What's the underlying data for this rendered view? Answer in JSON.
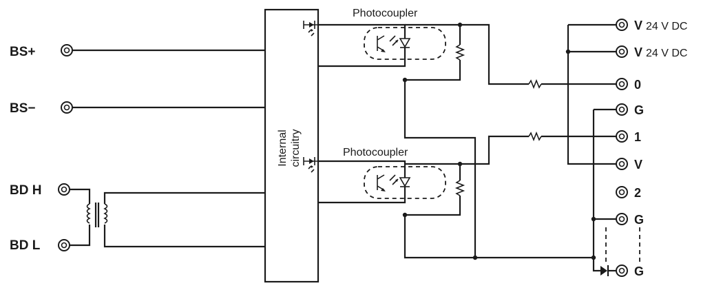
{
  "left_terminals": {
    "bs_plus": "BS+",
    "bs_minus": "BS−",
    "bd_h": "BD H",
    "bd_l": "BD L"
  },
  "internal_block": {
    "line1": "Internal",
    "line2": "circuitry"
  },
  "photocouplers": {
    "top": "Photocoupler",
    "bottom": "Photocoupler"
  },
  "right_terminals": {
    "t1": "V",
    "t1_note": "24 V DC",
    "t2": "V",
    "t2_note": "24 V DC",
    "t3": "0",
    "t4": "G",
    "t5": "1",
    "t6": "V",
    "t7": "2",
    "t8": "G",
    "t9": "G"
  }
}
